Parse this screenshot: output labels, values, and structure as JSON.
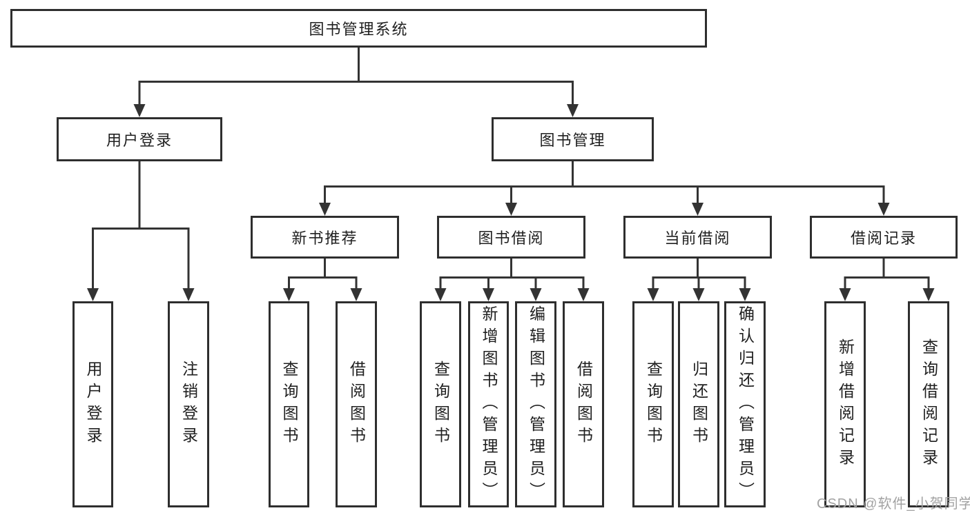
{
  "diagram": {
    "root": {
      "id": "root",
      "label": "图书管理系统"
    },
    "level2": [
      {
        "id": "user-login",
        "label": "用户登录",
        "parent": "root"
      },
      {
        "id": "book-management",
        "label": "图书管理",
        "parent": "root"
      }
    ],
    "level3": [
      {
        "id": "new-book-recommend",
        "label": "新书推荐",
        "parent": "book-management"
      },
      {
        "id": "book-borrow",
        "label": "图书借阅",
        "parent": "book-management"
      },
      {
        "id": "current-borrow",
        "label": "当前借阅",
        "parent": "book-management"
      },
      {
        "id": "borrow-record",
        "label": "借阅记录",
        "parent": "book-management"
      }
    ],
    "leaves": [
      {
        "id": "leaf-user-login",
        "label": "用户登录",
        "parent": "user-login"
      },
      {
        "id": "leaf-logout",
        "label": "注销登录",
        "parent": "user-login"
      },
      {
        "id": "leaf-query-book-1",
        "label": "查询图书",
        "parent": "new-book-recommend"
      },
      {
        "id": "leaf-borrow-book-1",
        "label": "借阅图书",
        "parent": "new-book-recommend"
      },
      {
        "id": "leaf-query-book-2",
        "label": "查询图书",
        "parent": "book-borrow"
      },
      {
        "id": "leaf-add-book",
        "label": "新增图书（管理员）",
        "parent": "book-borrow"
      },
      {
        "id": "leaf-edit-book",
        "label": "编辑图书（管理员）",
        "parent": "book-borrow"
      },
      {
        "id": "leaf-borrow-book-2",
        "label": "借阅图书",
        "parent": "book-borrow"
      },
      {
        "id": "leaf-query-book-3",
        "label": "查询图书",
        "parent": "current-borrow"
      },
      {
        "id": "leaf-return-book",
        "label": "归还图书",
        "parent": "current-borrow"
      },
      {
        "id": "leaf-confirm-return",
        "label": "确认归还（管理员）",
        "parent": "current-borrow"
      },
      {
        "id": "leaf-add-borrow-record",
        "label": "新增借阅记录",
        "parent": "borrow-record"
      },
      {
        "id": "leaf-query-borrow-record",
        "label": "查询借阅记录",
        "parent": "borrow-record"
      }
    ]
  },
  "watermark": {
    "text": "CSDN @软件_小贺同学",
    "color": "#a2a2a2"
  },
  "colors": {
    "line": "#333333",
    "box_border": "#2e2e2e",
    "text": "#1f1f1f",
    "background": "#ffffff"
  }
}
